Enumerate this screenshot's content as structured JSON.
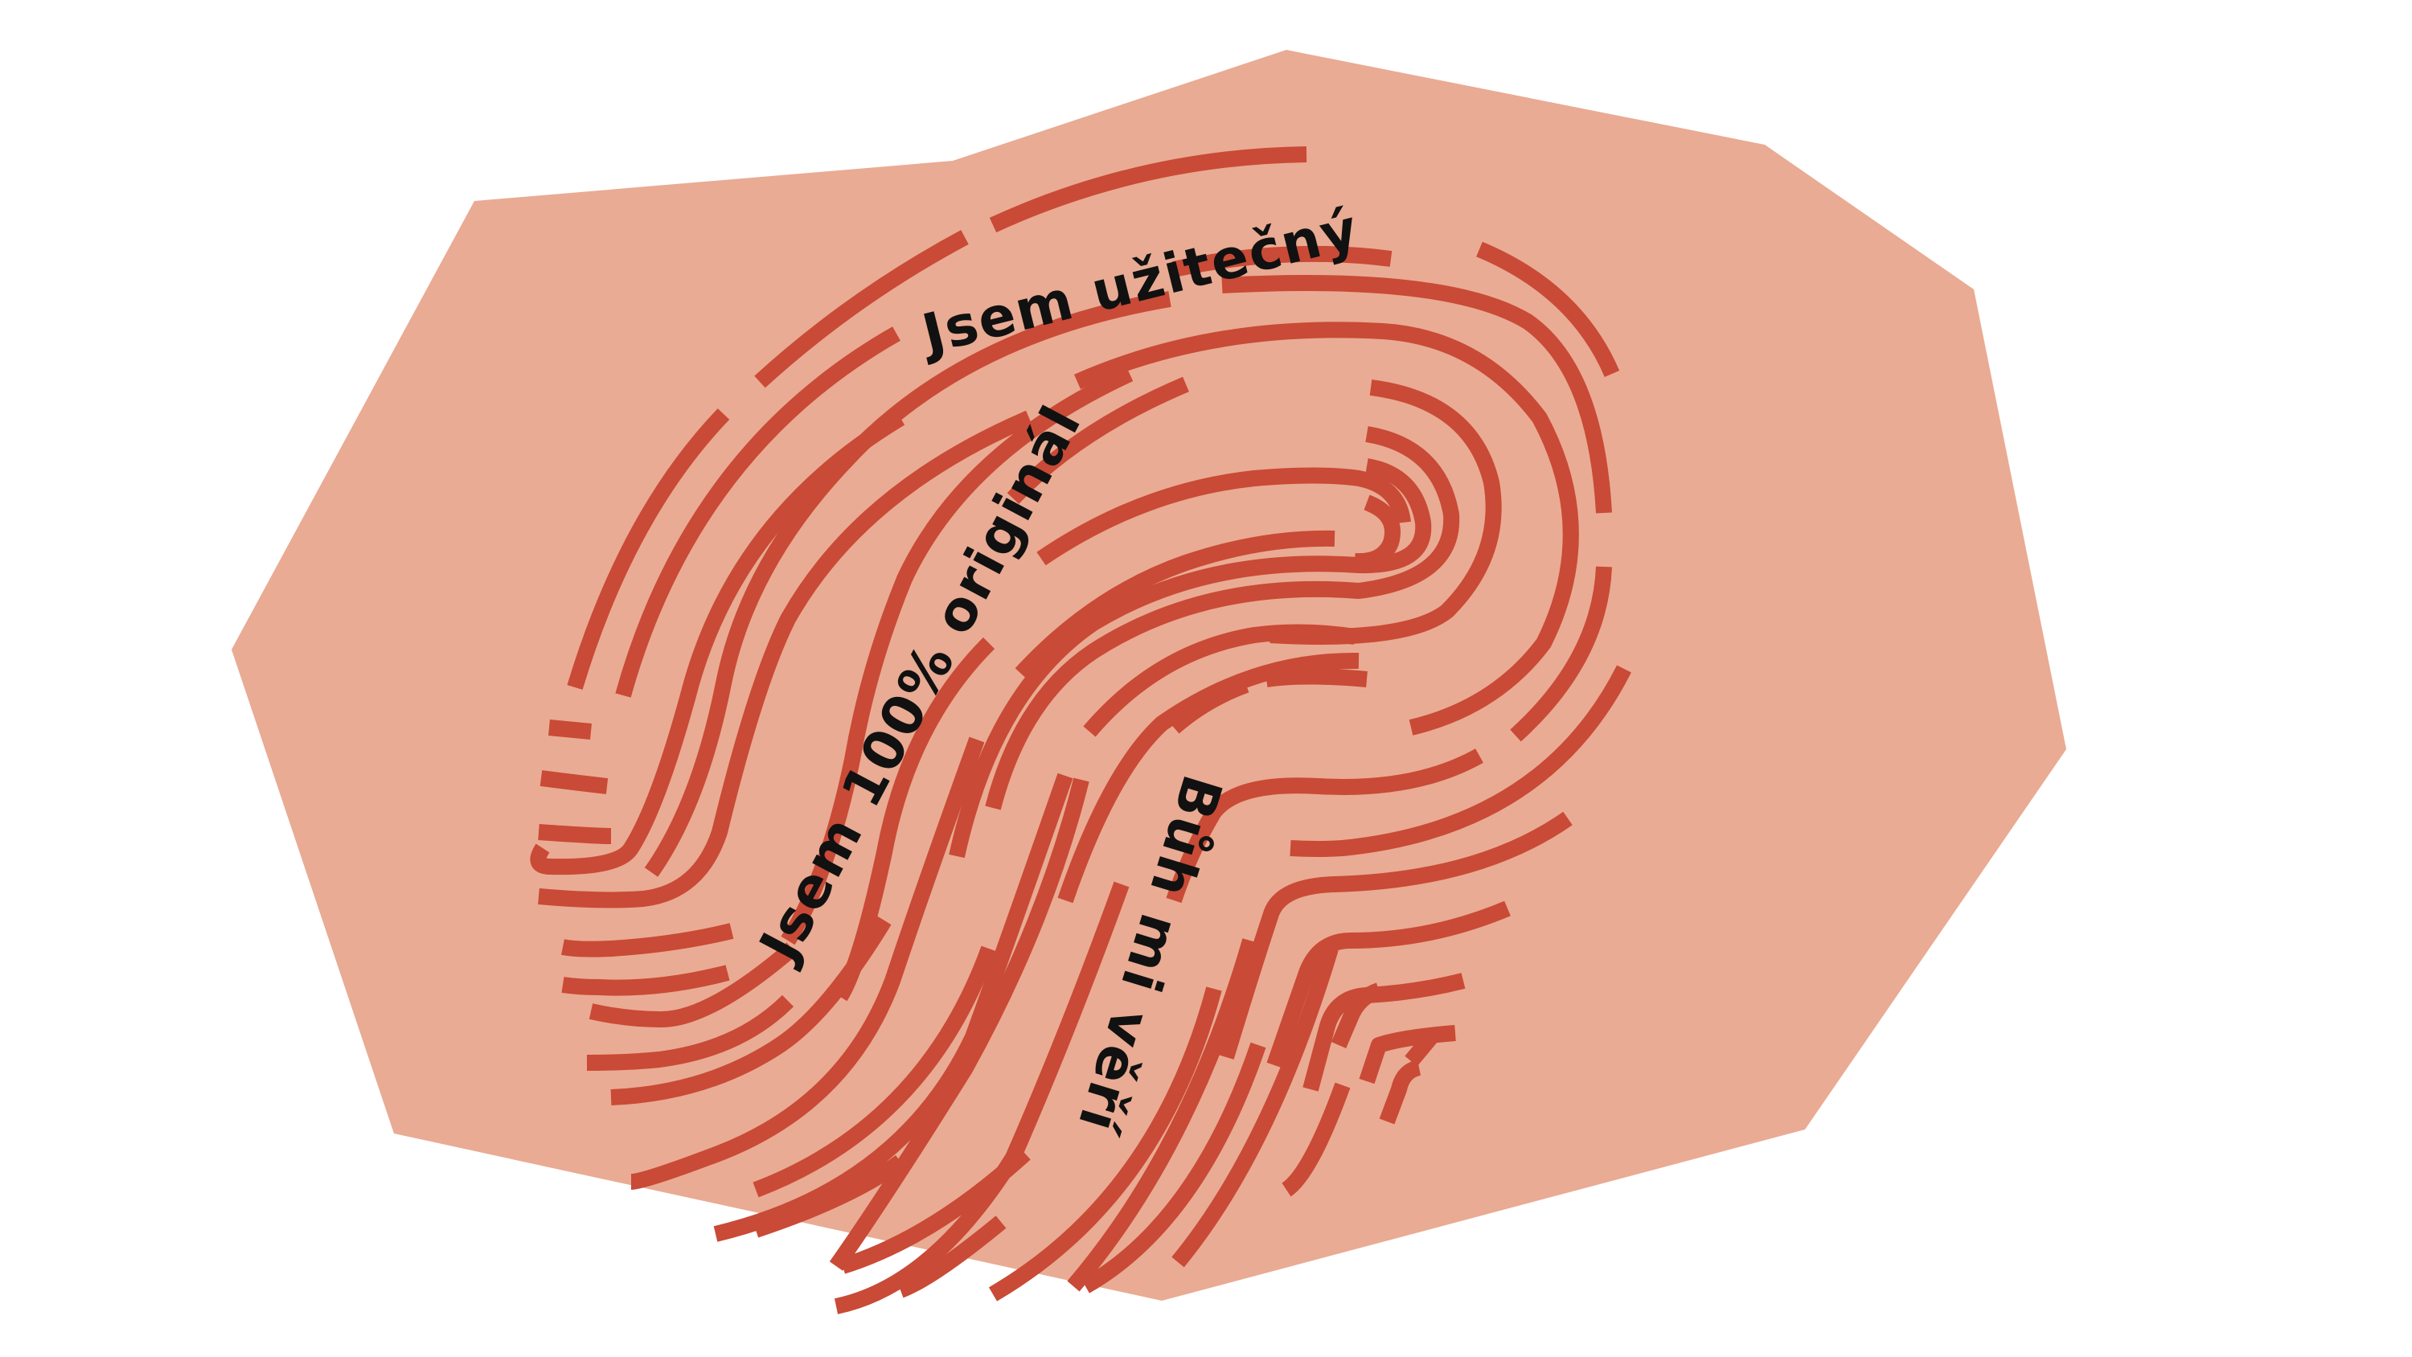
{
  "colors": {
    "background": "#ffffff",
    "blob": "#e9ab93",
    "ridge": "#c94a36",
    "text": "#111111"
  },
  "slogans": {
    "useful": "Jsem užitečný",
    "original": "Jsem 100% originál",
    "believe": "Bůh mi věří"
  }
}
